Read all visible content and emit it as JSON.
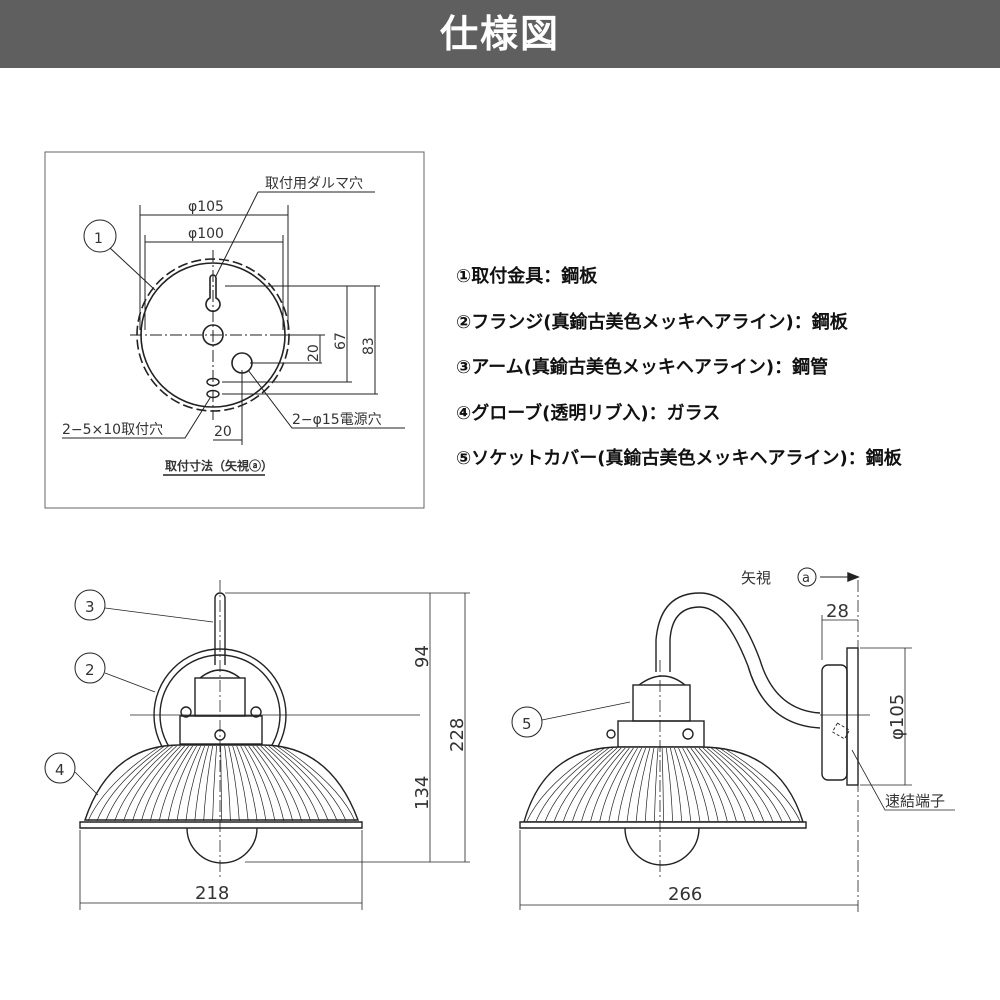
{
  "header": {
    "title": "仕様図"
  },
  "specs": [
    "①取付金具：鋼板",
    "②フランジ(真鍮古美色メッキヘアライン)：鋼板",
    "③アーム(真鍮古美色メッキヘアライン)：鋼管",
    "④グローブ(透明リブ入)：ガラス",
    "⑤ソケットカバー(真鍮古美色メッキヘアライン)：鋼板"
  ],
  "mount_view": {
    "callout": "1",
    "label_keyhole": "取付用ダルマ穴",
    "dim_outer": "φ105",
    "dim_inner": "φ100",
    "dim_20v": "20",
    "dim_67": "67",
    "dim_83": "83",
    "dim_20h": "20",
    "label_holes": "2−5×10取付穴",
    "label_power": "2−φ15電源穴",
    "caption": "取付寸法（矢視ⓐ）"
  },
  "front_view": {
    "callouts": [
      "3",
      "2",
      "4"
    ],
    "dim_94": "94",
    "dim_134": "134",
    "dim_228": "228",
    "dim_218": "218"
  },
  "side_view": {
    "callout": "5",
    "view_label": "矢視",
    "view_mark": "a",
    "dim_28": "28",
    "dim_105": "φ105",
    "label_terminal": "速結端子",
    "dim_266": "266"
  }
}
